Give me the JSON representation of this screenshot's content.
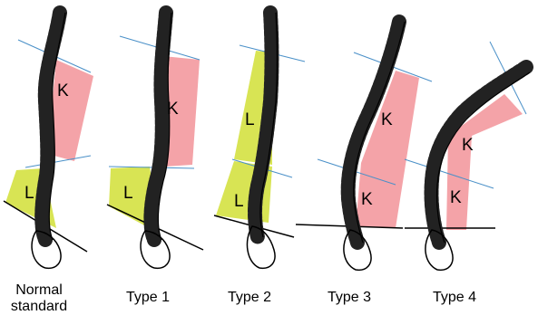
{
  "captions": {
    "normal_line1": "Normal",
    "normal_line2": "standard",
    "type1": "Type 1",
    "type2": "Type 2",
    "type3": "Type 3",
    "type4": "Type 4"
  },
  "region_labels": {
    "kyphosis": "K",
    "lordosis": "L"
  },
  "colors": {
    "kyphosis_fill": "#f4a3a8",
    "lordosis_fill": "#d8e454",
    "reference_line": "#4a90c8",
    "outline": "#000000"
  }
}
